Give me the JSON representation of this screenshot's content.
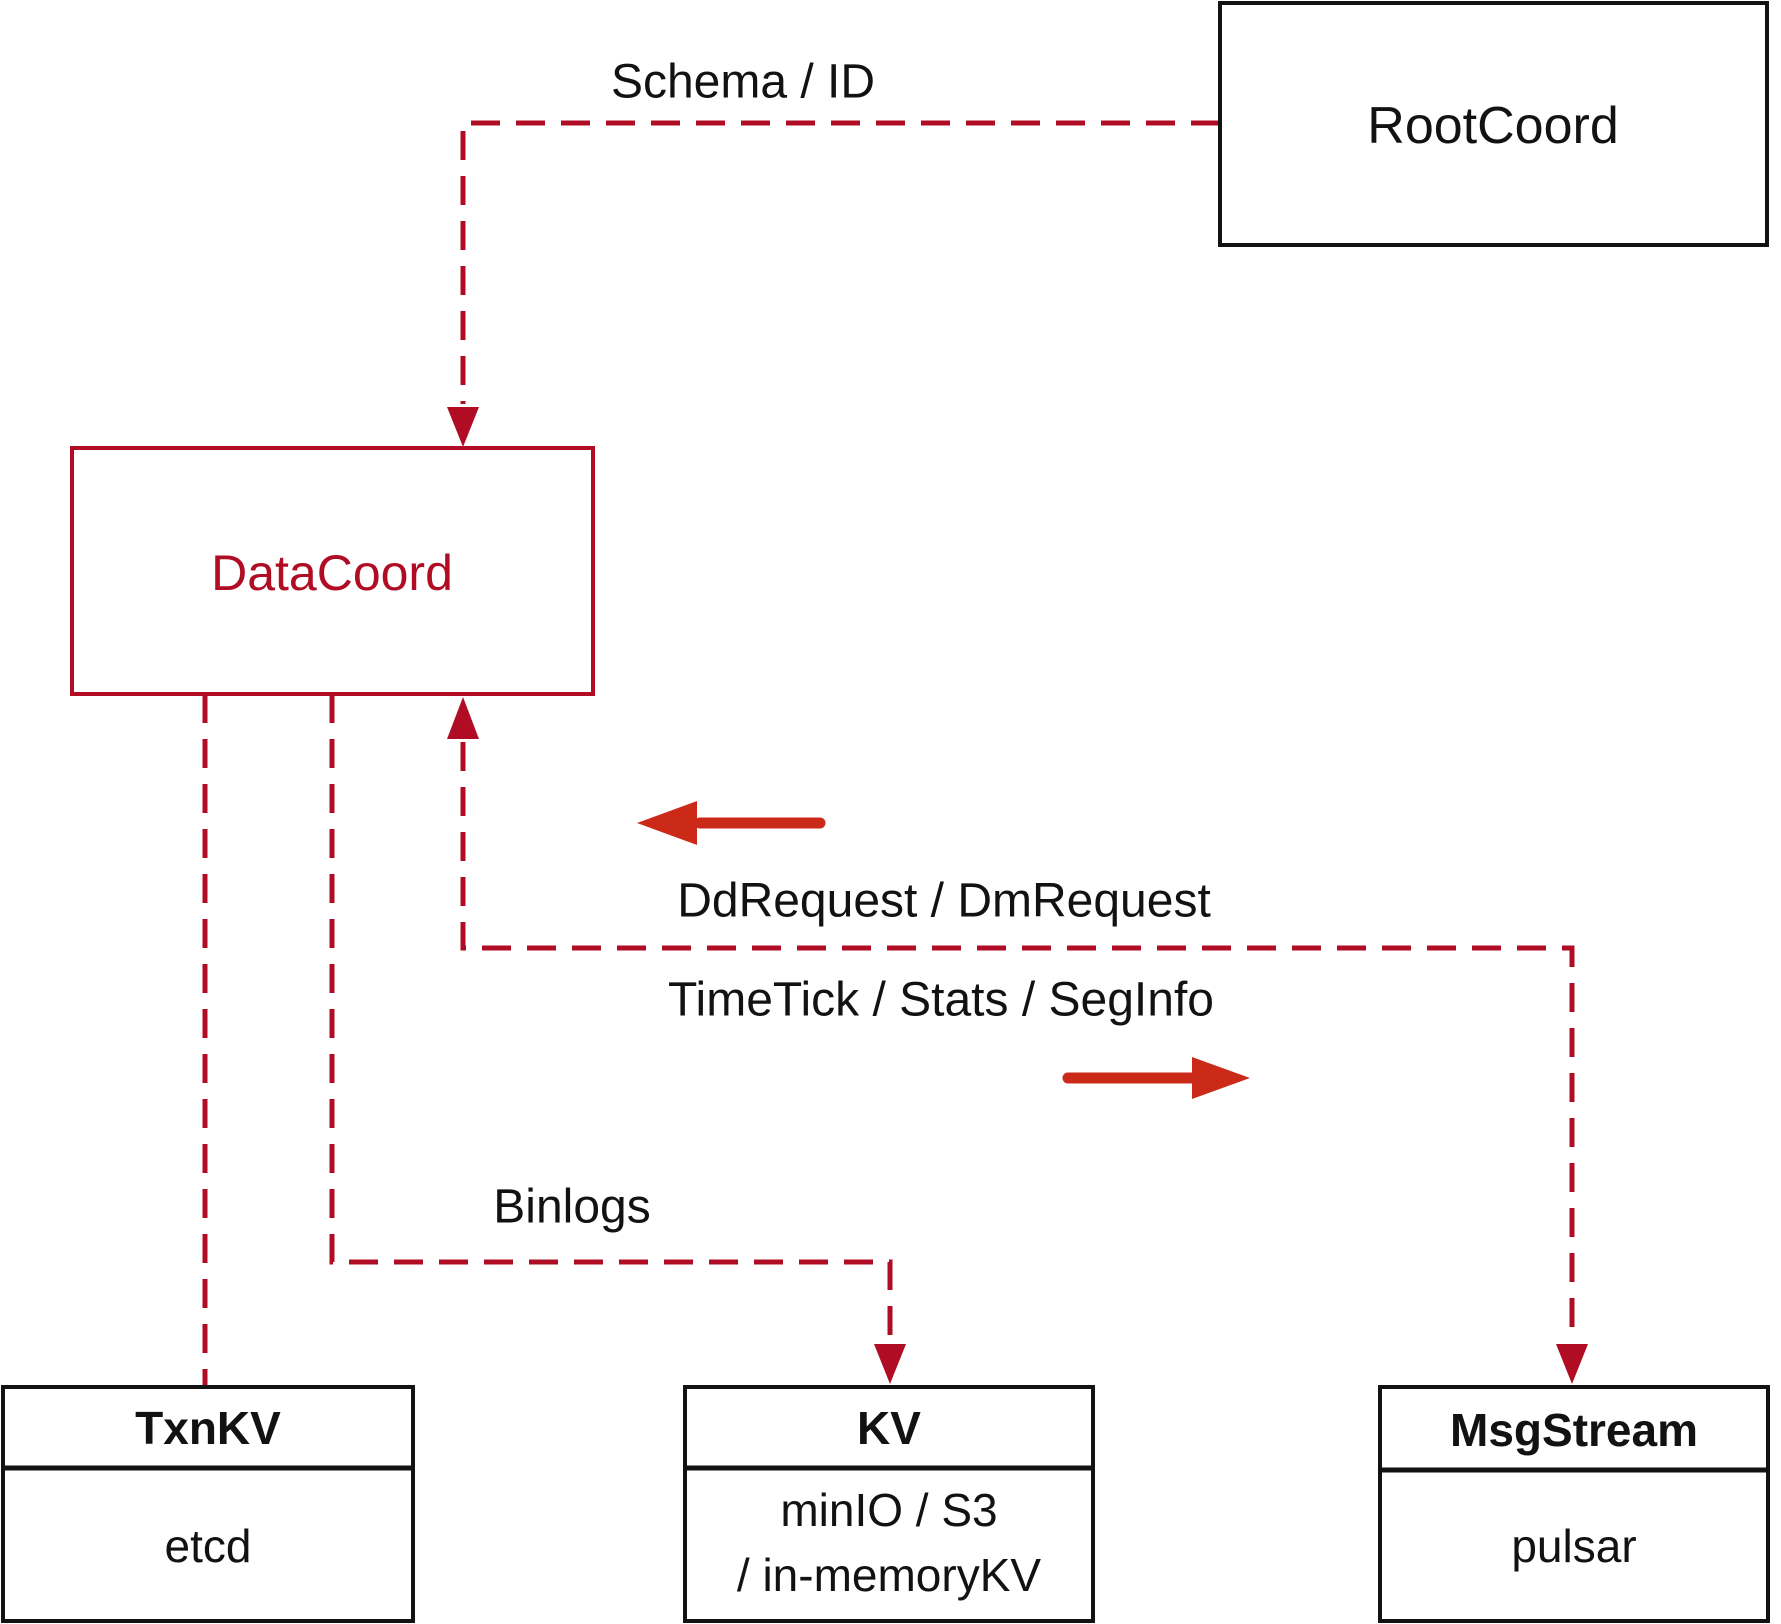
{
  "colors": {
    "crimson": "#b00d24",
    "flowred": "#cc2a18",
    "ink": "#121212",
    "bg": "#ffffff"
  },
  "nodes": {
    "rootcoord": {
      "label": "RootCoord"
    },
    "datacoord": {
      "label": "DataCoord"
    },
    "txnkv": {
      "title": "TxnKV",
      "body": "etcd"
    },
    "kv": {
      "title": "KV",
      "body_line1": "minIO / S3",
      "body_line2": "/ in-memoryKV"
    },
    "msgstream": {
      "title": "MsgStream",
      "body": "pulsar"
    }
  },
  "edges": {
    "schema_id": {
      "label": "Schema / ID"
    },
    "dd_dm": {
      "label": "DdRequest / DmRequest"
    },
    "timetick": {
      "label": "TimeTick / Stats / SegInfo"
    },
    "binlogs": {
      "label": "Binlogs"
    }
  }
}
